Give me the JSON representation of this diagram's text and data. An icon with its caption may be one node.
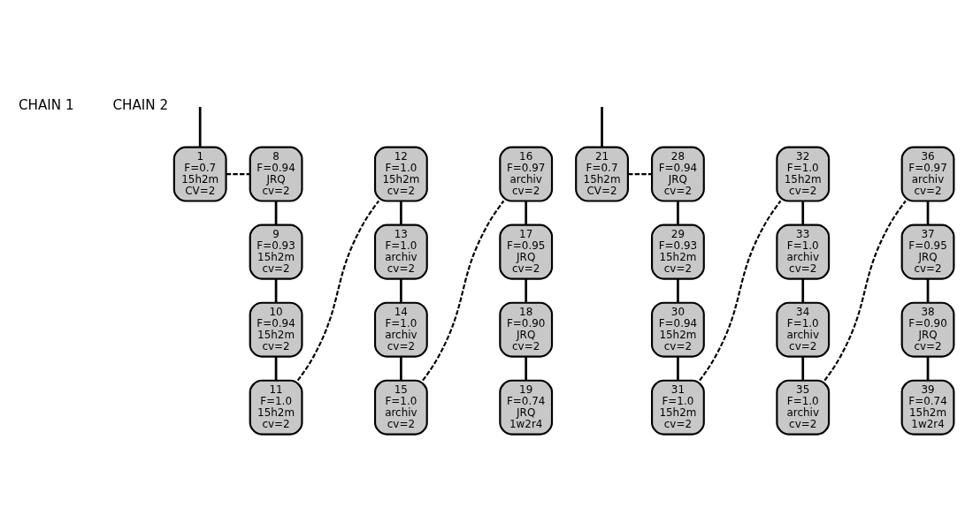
{
  "diagram": {
    "nodes": [
      {
        "text": [
          "1",
          "F=0.7",
          "15h2m",
          "CV=2"
        ]
      },
      {
        "text": [
          "8",
          "F=0.94",
          "JRQ",
          "cv=2"
        ]
      },
      {
        "text": [
          "9",
          "F=0.93",
          "15h2m",
          "cv=2"
        ]
      },
      {
        "text": [
          "10",
          "F=0.94",
          "15h2m",
          "cv=2"
        ]
      },
      {
        "text": [
          "11",
          "F=1.0",
          "15h2m",
          "cv=2"
        ]
      },
      {
        "text": [
          "12",
          "F=1.0",
          "15h2m",
          "cv=2"
        ]
      },
      {
        "text": [
          "13",
          "F=1.0",
          "archiv",
          "cv=2"
        ]
      },
      {
        "text": [
          "14",
          "F=1.0",
          "archiv",
          "cv=2"
        ]
      },
      {
        "text": [
          "15",
          "F=1.0",
          "archiv",
          "cv=2"
        ]
      },
      {
        "text": [
          "16",
          "F=0.97",
          "archiv",
          "cv=2"
        ]
      },
      {
        "text": [
          "17",
          "F=0.95",
          "JRQ",
          "cv=2"
        ]
      },
      {
        "text": [
          "18",
          "F=0.90",
          "JRQ",
          "cv=2"
        ]
      },
      {
        "text": [
          "19",
          "F=0.74",
          "JRQ",
          "1w2r4"
        ]
      },
      {
        "text": [
          "21",
          "F=0.7",
          "15h2m",
          "CV=2"
        ]
      },
      {
        "text": [
          "28",
          "F=0.94",
          "JRQ",
          "cv=2"
        ]
      },
      {
        "text": [
          "29",
          "F=0.93",
          "15h2m",
          "cv=2"
        ]
      },
      {
        "text": [
          "30",
          "F=0.94",
          "15h2m",
          "cv=2"
        ]
      },
      {
        "text": [
          "31",
          "F=1.0",
          "15h2m",
          "cv=2"
        ]
      },
      {
        "text": [
          "32",
          "F=1.0",
          "15h2m",
          "cv=2"
        ]
      },
      {
        "text": [
          "33",
          "F=1.0",
          "archiv",
          "cv=2"
        ]
      },
      {
        "text": [
          "34",
          "F=1.0",
          "archiv",
          "cv=2"
        ]
      },
      {
        "text": [
          "35",
          "F=1.0",
          "archiv",
          "cv=2"
        ]
      },
      {
        "text": [
          "36",
          "F=0.97",
          "archiv",
          "cv=2"
        ]
      },
      {
        "text": [
          "37",
          "F=0.95",
          "JRQ",
          "cv=2"
        ]
      },
      {
        "text": [
          "38",
          "F=0.90",
          "JRQ",
          "cv=2"
        ]
      },
      {
        "text": [
          "39",
          "F=0.74",
          "15h2m",
          "1w2r4"
        ]
      }
    ],
    "edges": [
      {
        "from": null,
        "to": 0,
        "arrow": "none"
      },
      {
        "from": 0,
        "to": 1,
        "arrow": "none",
        "style": "dashed"
      },
      {
        "from": 1,
        "to": 2,
        "arrow": "none"
      },
      {
        "from": 2,
        "to": 3,
        "arrow": "none"
      },
      {
        "from": 3,
        "to": 4,
        "arrow": "none"
      },
      {
        "from": 4,
        "to": 5,
        "arrow": "none",
        "style": "dashed"
      },
      {
        "from": 5,
        "to": 6,
        "arrow": "none"
      },
      {
        "from": 6,
        "to": 7,
        "arrow": "none"
      },
      {
        "from": 7,
        "to": 8,
        "arrow": "none"
      },
      {
        "from": 8,
        "to": 9,
        "arrow": "none",
        "style": "dashed"
      },
      {
        "from": 9,
        "to": 10,
        "arrow": "none"
      },
      {
        "from": 10,
        "to": 11,
        "arrow": "none"
      },
      {
        "from": 11,
        "to": 12,
        "arrow": "none"
      },
      {
        "from": null,
        "to": 13,
        "arrow": "none"
      },
      {
        "from": 13,
        "to": 14,
        "arrow": "none",
        "style": "dashed"
      },
      {
        "from": 14,
        "to": 15,
        "arrow": "none"
      },
      {
        "from": 15,
        "to": 16,
        "arrow": "none"
      },
      {
        "from": 16,
        "to": 17,
        "arrow": "none"
      },
      {
        "from": 17,
        "to": 18,
        "arrow": "none",
        "style": "dashed"
      },
      {
        "from": 18,
        "to": 19,
        "arrow": "none"
      },
      {
        "from": 19,
        "to": 20,
        "arrow": "none"
      },
      {
        "from": 20,
        "to": 21,
        "arrow": "none"
      },
      {
        "from": 21,
        "to": 22,
        "arrow": "none",
        "style": "dashed"
      },
      {
        "from": 22,
        "to": 23,
        "arrow": "none"
      },
      {
        "from": 23,
        "to": 24,
        "arrow": "none"
      },
      {
        "from": 24,
        "to": 25,
        "arrow": "none"
      }
    ],
    "labels": [
      "CHAIN 1",
      "CHAIN 2"
    ]
  }
}
